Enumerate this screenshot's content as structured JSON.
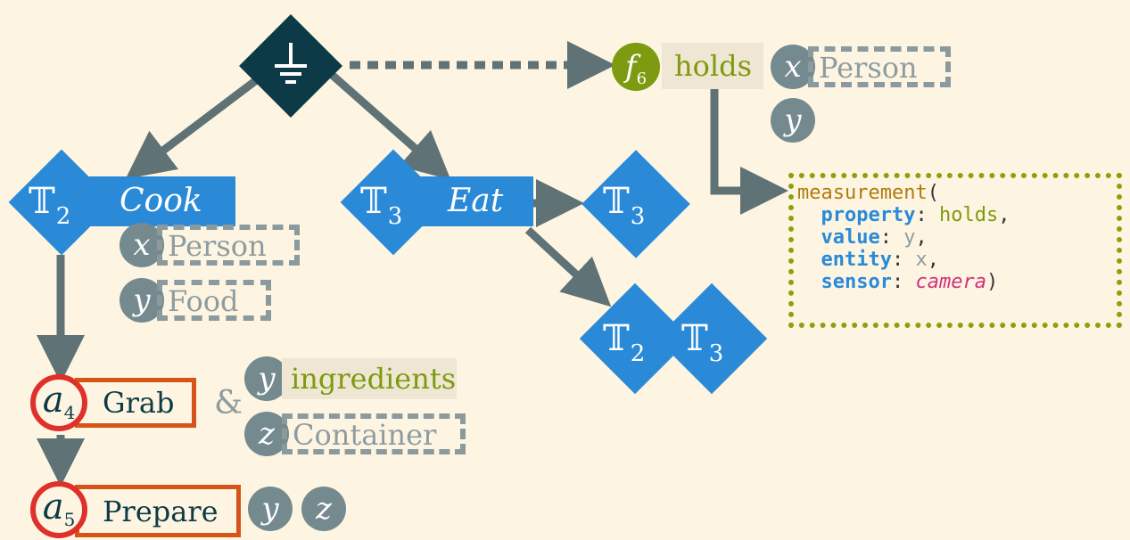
{
  "ground": {
    "icon": "ground-icon"
  },
  "fluent": {
    "symbol": "f",
    "index": "6",
    "label": "holds"
  },
  "fluent_args": [
    {
      "var": "x",
      "type": "Person"
    },
    {
      "var": "y",
      "type": ""
    }
  ],
  "cook": {
    "pi": "𝕋",
    "index": "2",
    "label": "Cook",
    "args": [
      {
        "var": "x",
        "type": "Person"
      },
      {
        "var": "y",
        "type": "Food"
      }
    ]
  },
  "eat": {
    "pi": "𝕋",
    "index": "3",
    "label": "Eat"
  },
  "eat_child": {
    "pi": "𝕋",
    "index": "3"
  },
  "pair_children": [
    {
      "pi": "𝕋",
      "index": "2"
    },
    {
      "pi": "𝕋",
      "index": "3"
    }
  ],
  "grab": {
    "symbol": "a",
    "index": "4",
    "label": "Grab",
    "amp": "&",
    "args": [
      {
        "var": "y",
        "type": "ingredients"
      },
      {
        "var": "z",
        "type": "Container"
      }
    ]
  },
  "prepare": {
    "symbol": "a",
    "index": "5",
    "label": "Prepare",
    "args": [
      {
        "var": "y"
      },
      {
        "var": "z"
      }
    ]
  },
  "measurement": {
    "fn": "measurement",
    "open": "(",
    "property_key": "property",
    "property_val": "holds",
    "value_key": "value",
    "value_val": "y",
    "entity_key": "entity",
    "entity_val": "x",
    "sensor_key": "sensor",
    "sensor_val": "camera",
    "close": ")"
  },
  "colors": {
    "background": "#fdf5e2",
    "blue": "#2a8ad8",
    "dark": "#0c3a46",
    "gray": "#758a8e",
    "green": "#7e9a10",
    "red": "#e0302a",
    "orange": "#d4541a"
  }
}
